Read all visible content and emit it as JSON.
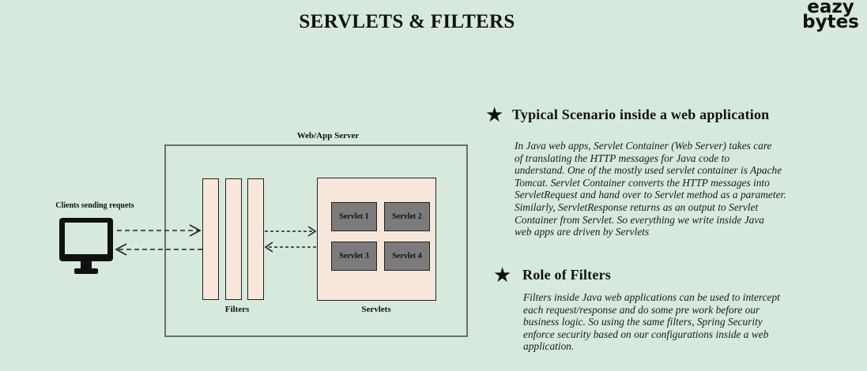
{
  "header": {
    "title": "SERVLETS & FILTERS",
    "logo_line1": "eazy",
    "logo_line2": "bytes"
  },
  "diagram": {
    "server_label": "Web/App Server",
    "client_label": "Clients sending requets",
    "filters_label": "Filters",
    "servlets_label": "Servlets",
    "servlets": [
      "Servlet 1",
      "Servlet 2",
      "Servlet 3",
      "Servlet 4"
    ]
  },
  "sections": {
    "scenario": {
      "heading": "Typical Scenario inside a web application",
      "lines": [
        "In Java web apps, Servlet Container (Web Server) takes care",
        "of  translating the HTTP messages for Java code to",
        "understand. One of  the mostly used servlet container is Apache",
        "Tomcat. Servlet Container converts the HTTP messages into",
        "ServletRequest and hand over to Servlet method as a parameter.",
        "Similarly, ServletResponse returns as an output to Servlet",
        "Container from Servlet. So everything we write inside Java",
        "web apps are driven by Servlets"
      ]
    },
    "filters": {
      "heading": "Role of  Filters",
      "lines": [
        "Filters inside Java web applications can be used to intercept",
        "each request/response and do some pre work before our",
        "business logic. So using the same filters, Spring Security",
        "enforce security based on our configurations inside a web",
        "application."
      ]
    }
  }
}
